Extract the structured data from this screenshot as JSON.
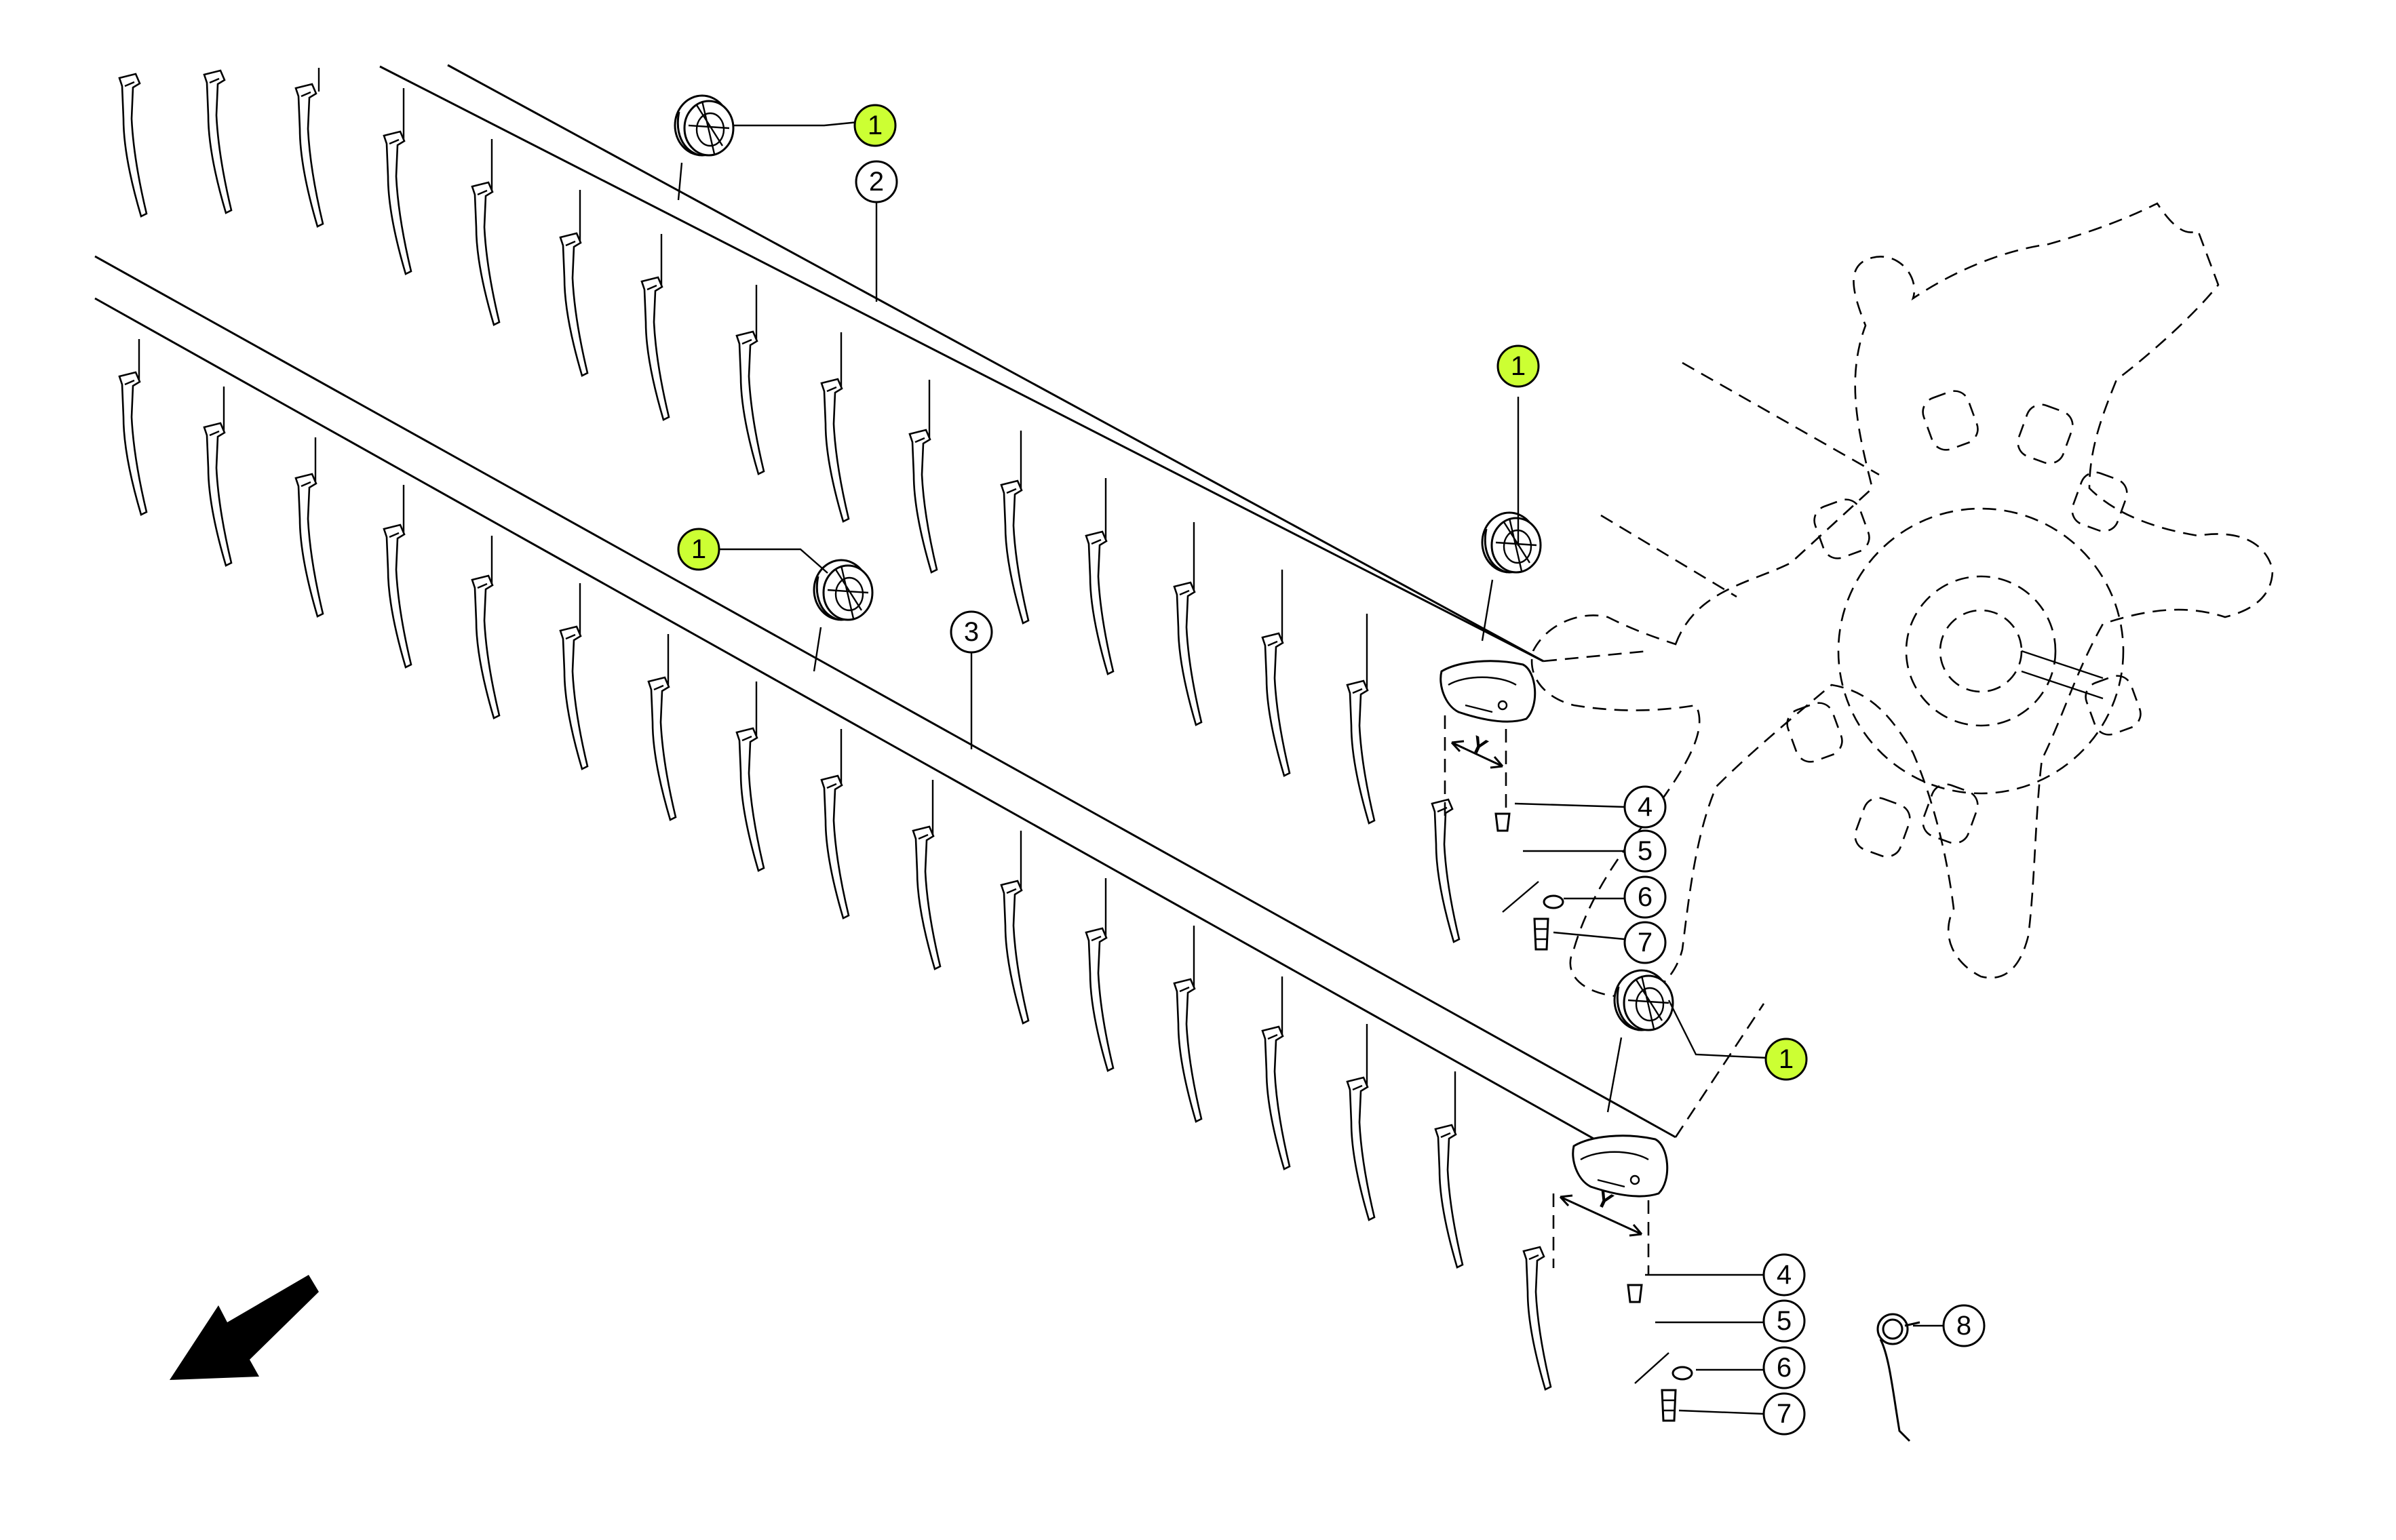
{
  "diagram": {
    "highlight_color": "#ccff33",
    "callouts": [
      {
        "label": "1",
        "highlighted": true
      },
      {
        "label": "2",
        "highlighted": false
      },
      {
        "label": "1",
        "highlighted": true
      },
      {
        "label": "1",
        "highlighted": true
      },
      {
        "label": "3",
        "highlighted": false
      },
      {
        "label": "4",
        "highlighted": false
      },
      {
        "label": "5",
        "highlighted": false
      },
      {
        "label": "6",
        "highlighted": false
      },
      {
        "label": "7",
        "highlighted": false
      },
      {
        "label": "1",
        "highlighted": true
      },
      {
        "label": "4",
        "highlighted": false
      },
      {
        "label": "5",
        "highlighted": false
      },
      {
        "label": "6",
        "highlighted": false
      },
      {
        "label": "7",
        "highlighted": false
      },
      {
        "label": "8",
        "highlighted": false
      }
    ],
    "dimension_labels": [
      "Y",
      "Y"
    ],
    "icons": {
      "direction_arrow": "arrow-down-left-icon",
      "reel_spider": "reel-spider-dashed",
      "bushing": "bushing-part",
      "tine": "tine-part",
      "spring": "spring-part"
    }
  }
}
